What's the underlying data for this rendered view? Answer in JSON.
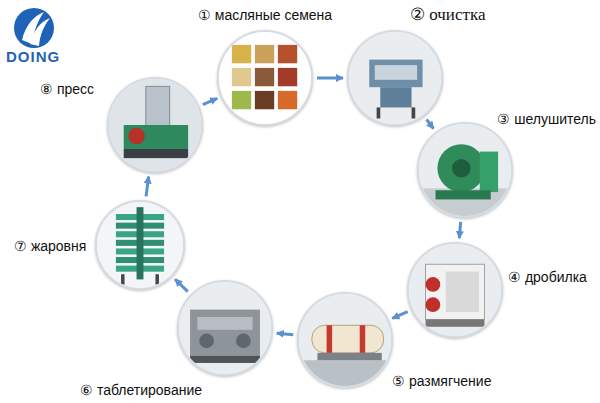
{
  "diagram": {
    "nodes": [
      {
        "text": [
          "① масляные семена"
        ]
      },
      {
        "text": [
          "② очистка"
        ]
      },
      {
        "text": [
          "③ шелушитель"
        ]
      },
      {
        "text": [
          "④ дробилка"
        ]
      },
      {
        "text": [
          "⑤ размягчение"
        ]
      },
      {
        "text": [
          "⑥ таблетирование"
        ]
      },
      {
        "text": [
          "⑦ жаровня"
        ]
      },
      {
        "text": [
          "⑧ пресс"
        ]
      }
    ],
    "edges": [
      {
        "from": 0,
        "to": 1,
        "arrow": "to"
      },
      {
        "from": 1,
        "to": 2,
        "arrow": "to"
      },
      {
        "from": 2,
        "to": 3,
        "arrow": "to"
      },
      {
        "from": 3,
        "to": 4,
        "arrow": "to"
      },
      {
        "from": 4,
        "to": 5,
        "arrow": "to"
      },
      {
        "from": 5,
        "to": 6,
        "arrow": "to"
      },
      {
        "from": 6,
        "to": 7,
        "arrow": "to"
      },
      {
        "from": 7,
        "to": 0,
        "arrow": "to"
      }
    ],
    "labels": [
      "DOING"
    ]
  }
}
